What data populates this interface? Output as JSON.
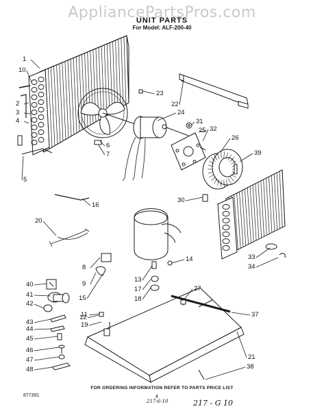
{
  "watermark": "AppliancePartsPros.com",
  "title": "UNIT PARTS",
  "subtitle": "For Model: ALF-200-40",
  "footer": "FOR ORDERING INFORMATION REFER TO PARTS PRICE LIST",
  "code": "877391",
  "page_number": "4",
  "handwritten_date": "217-6-10",
  "handwritten_ref": "217 - G 10",
  "callouts": [
    "1",
    "10",
    "2",
    "3",
    "4",
    "5",
    "6",
    "7",
    "23",
    "22",
    "24",
    "31",
    "25",
    "32",
    "26",
    "39",
    "16",
    "20",
    "30",
    "8",
    "9",
    "15",
    "13",
    "17",
    "18",
    "14",
    "33",
    "34",
    "27",
    "40",
    "41",
    "42",
    "11",
    "19",
    "43",
    "44",
    "45",
    "46",
    "47",
    "48",
    "37",
    "21",
    "38",
    "12"
  ]
}
